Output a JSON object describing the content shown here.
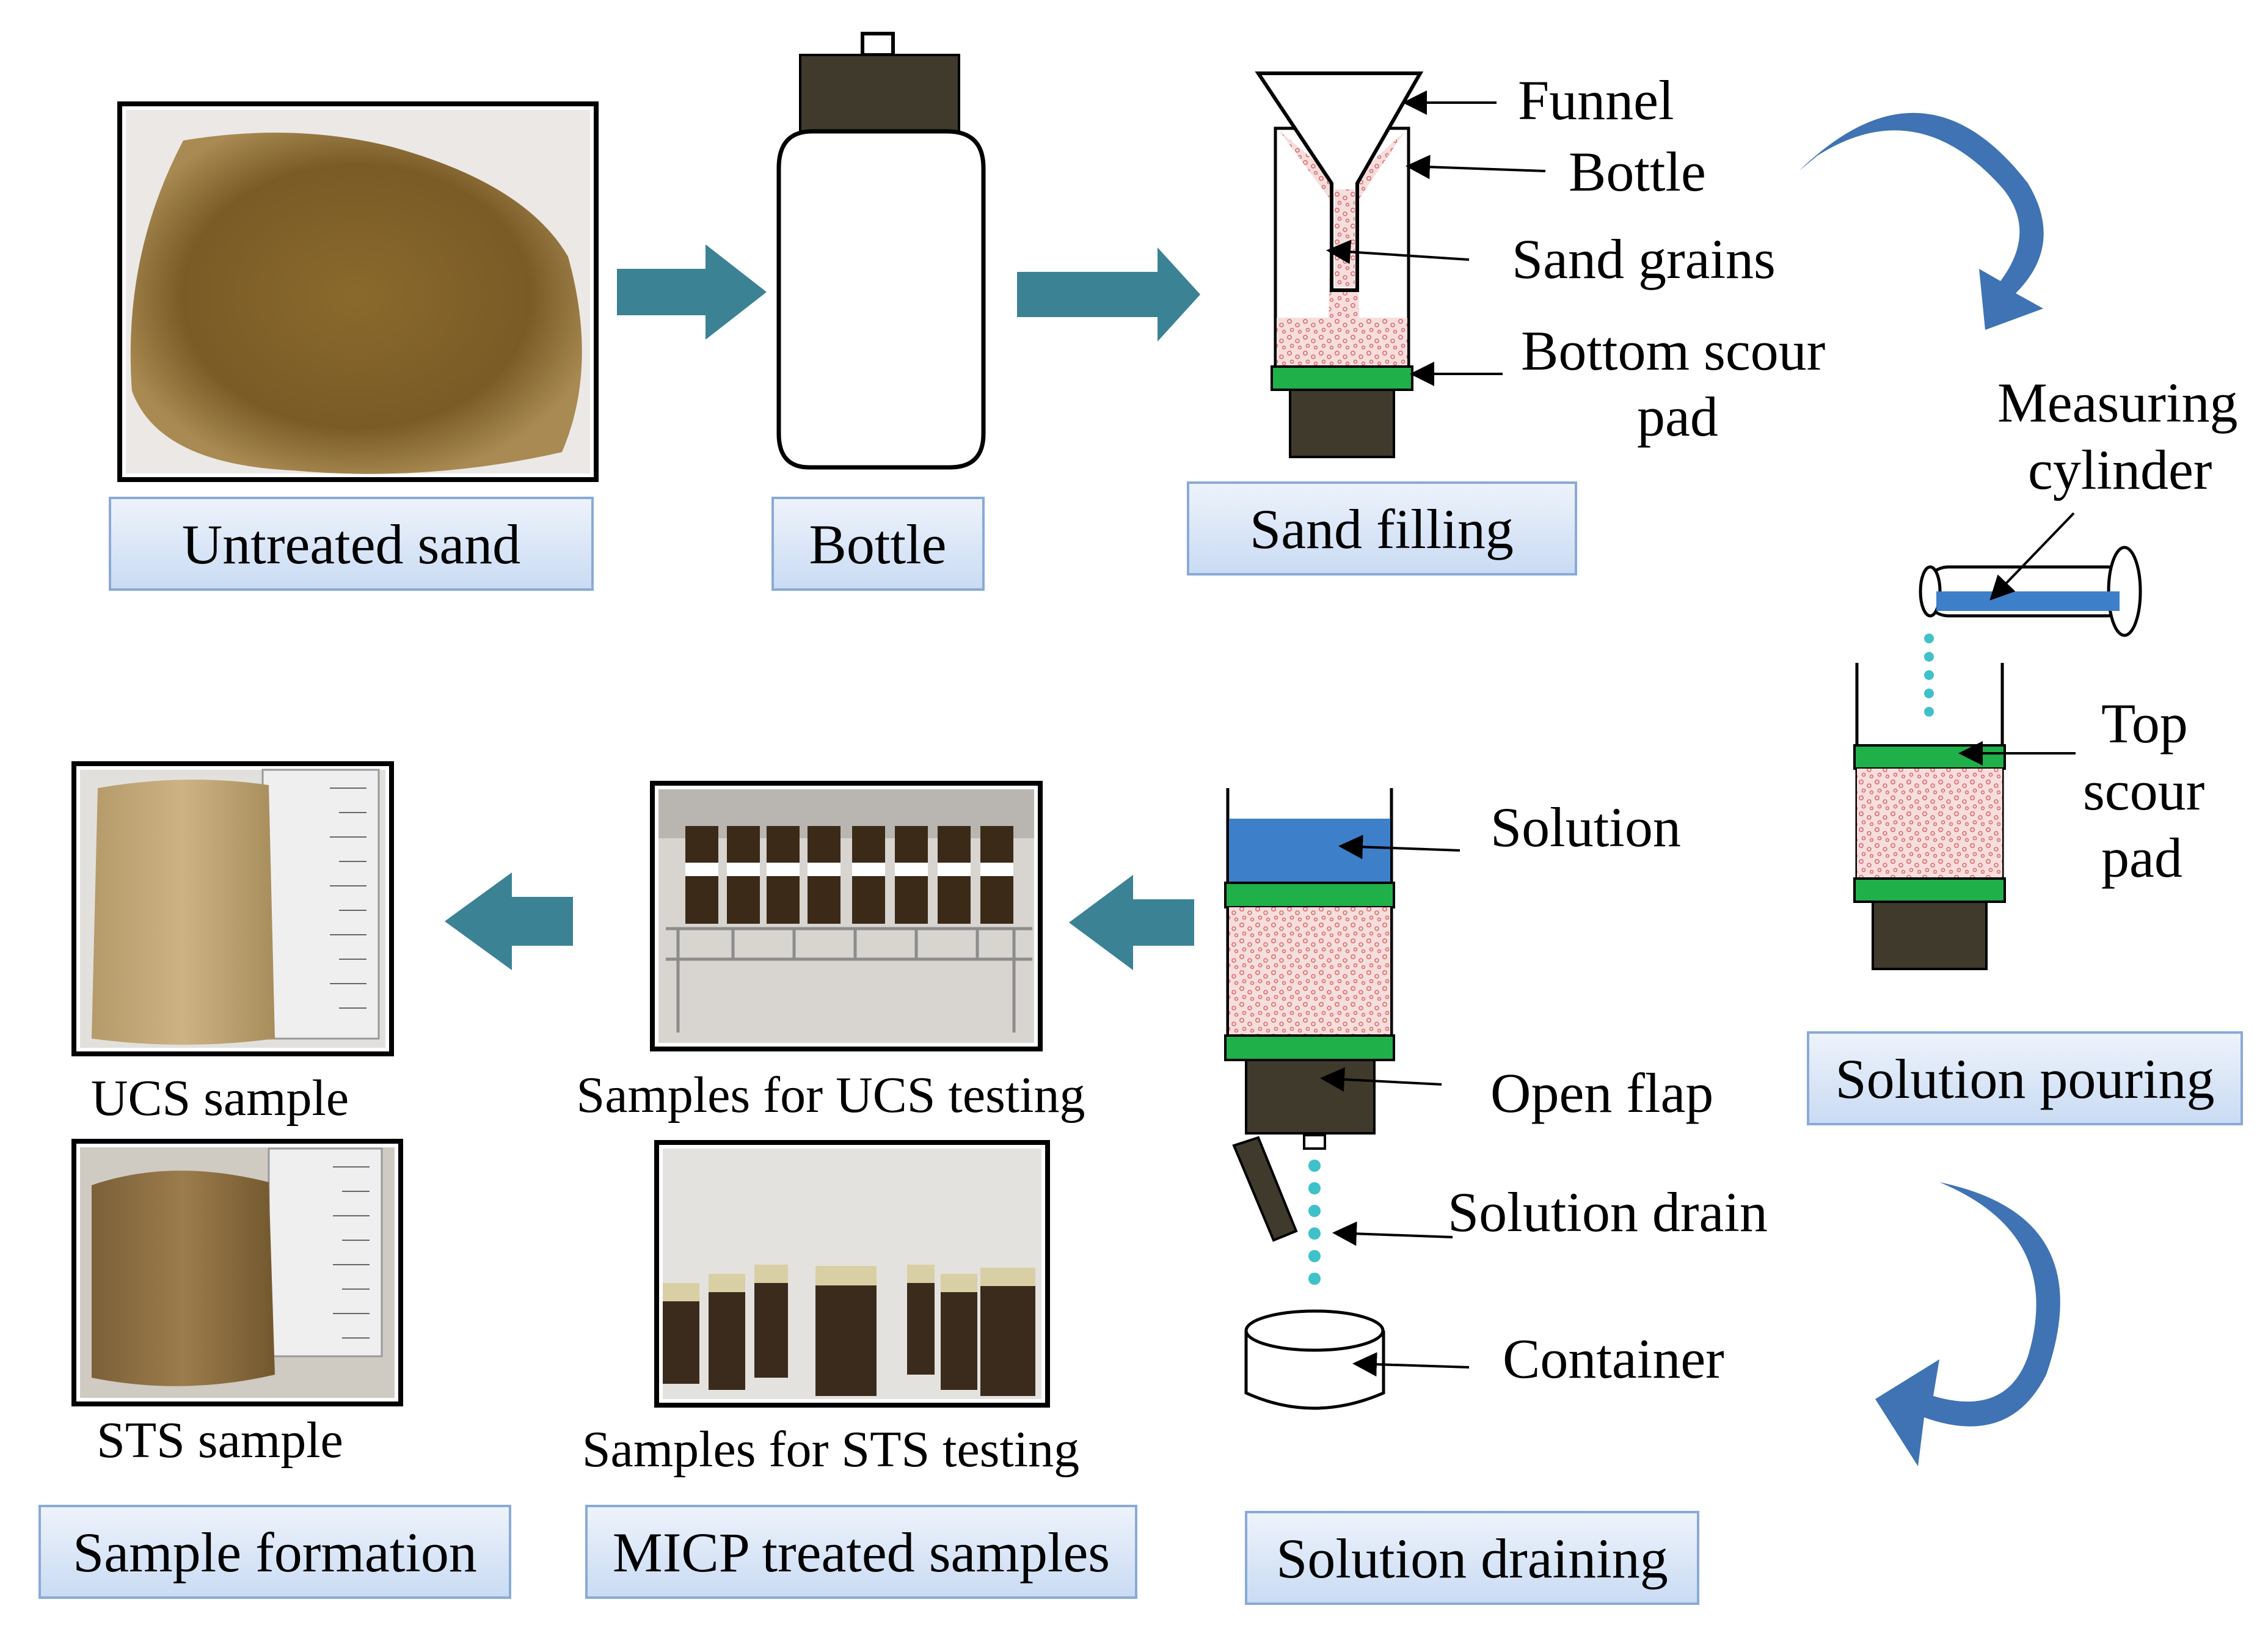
{
  "stages": {
    "untreated_sand": "Untreated sand",
    "bottle": "Bottle",
    "sand_filling": "Sand filling",
    "solution_pouring": "Solution pouring",
    "solution_draining": "Solution draining",
    "micp_treated": "MICP treated samples",
    "sample_formation": "Sample formation"
  },
  "sand_filling_labels": {
    "funnel": "Funnel",
    "bottle": "Bottle",
    "sand_grains": "Sand grains",
    "bottom_scour_pad_1": "Bottom scour",
    "bottom_scour_pad_2": "pad"
  },
  "pouring_labels": {
    "measuring_cylinder_1": "Measuring",
    "measuring_cylinder_2": "cylinder",
    "top_1": "Top",
    "top_2": "scour",
    "top_3": "pad"
  },
  "draining_labels": {
    "solution": "Solution",
    "open_flap": "Open flap",
    "solution_drain": "Solution drain",
    "container": "Container"
  },
  "photo_captions": {
    "ucs_testing": "Samples for UCS testing",
    "sts_testing": "Samples for STS testing",
    "ucs_sample": "UCS sample",
    "sts_sample": "STS sample"
  },
  "colors": {
    "arrow_teal": "#3b8294",
    "curved_arrow_blue": "#3f73b3",
    "cap_dark": "#3f3a2c",
    "scour_pad_green": "#1fb04a",
    "solution_blue": "#3e7fc9",
    "drip_cyan": "#3fc1c9",
    "sand_pink": "#f3d4d4",
    "label_box_fill": "#d6e3f6",
    "label_box_border": "#8aaad6"
  }
}
